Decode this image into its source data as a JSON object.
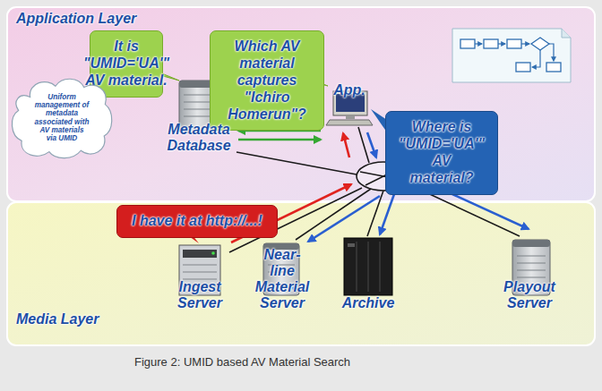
{
  "diagram": {
    "caption": "Figure 2: UMID based AV Material Search",
    "nodes": [
      {
        "text": [
          "Application Layer"
        ]
      },
      {
        "text": [
          "Media Layer"
        ]
      },
      {
        "text": [
          "It is \"UMID='UA'\" AV material."
        ],
        "in": 0
      },
      {
        "text": [
          "Which AV material captures \"Ichiro Homerun\"?"
        ],
        "in": 0
      },
      {
        "text": [
          "Uniform management of metadata associated with AV materials via UMID"
        ],
        "in": 0
      },
      {
        "text": [
          "Metadata Database"
        ],
        "in": 0
      },
      {
        "text": [
          "App."
        ],
        "in": 0
      },
      {
        "text": [
          "Where is \"UMID='UA'\" AV material?"
        ],
        "in": 0
      },
      {
        "text": [
          "I have it at http://...!"
        ],
        "in": 1
      },
      {
        "text": [
          "Ingest Server"
        ],
        "in": 1
      },
      {
        "text": [
          "Near-line Material Server"
        ],
        "in": 1
      },
      {
        "text": [
          "Archive"
        ],
        "in": 1
      },
      {
        "text": [
          "Playout Server"
        ],
        "in": 1
      }
    ],
    "edges": [
      {
        "from": 6,
        "to": 5,
        "arrow": "to"
      },
      {
        "from": 5,
        "to": 6,
        "arrow": "to"
      }
    ]
  }
}
